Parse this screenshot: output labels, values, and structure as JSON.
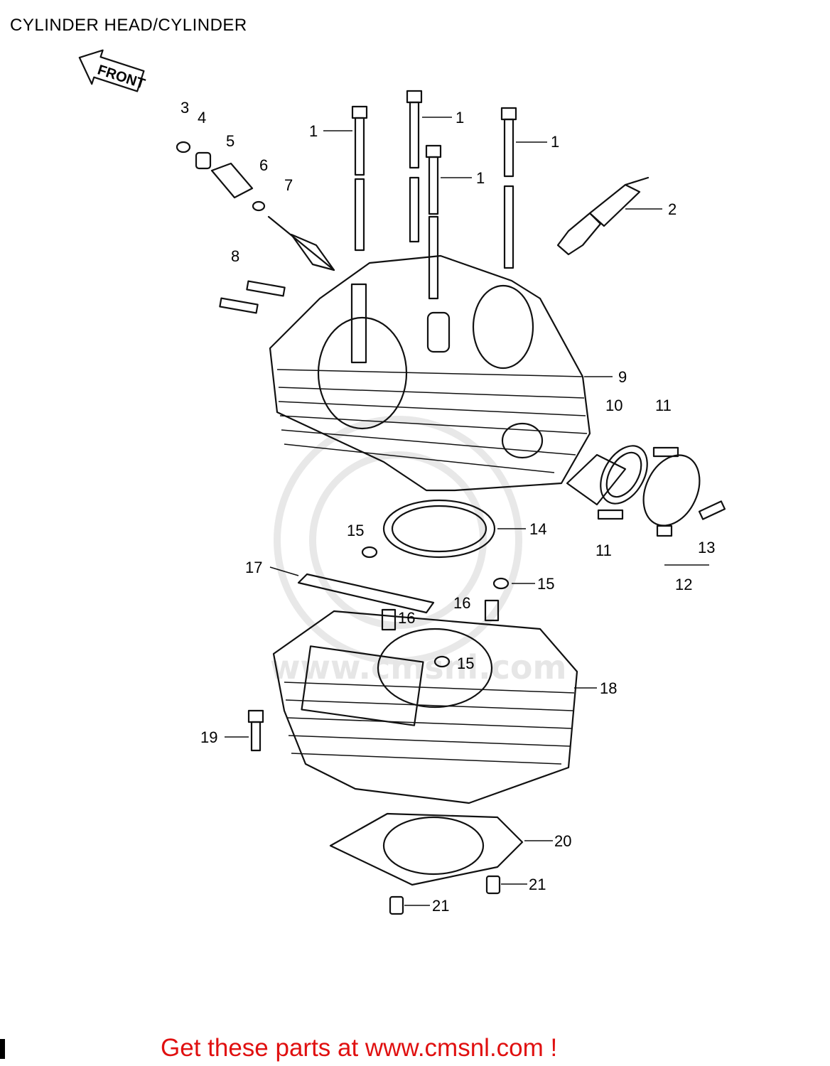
{
  "page": {
    "title": "CYLINDER HEAD/CYLINDER",
    "footer_link": "Get these parts at www.cmsnl.com !"
  },
  "diagram": {
    "front_arrow_label": "FRONT",
    "watermark_text": "www.cmsnl.com",
    "callouts": [
      {
        "id": "c1a",
        "label": "1"
      },
      {
        "id": "c1b",
        "label": "1"
      },
      {
        "id": "c1c",
        "label": "1"
      },
      {
        "id": "c1d",
        "label": "1"
      },
      {
        "id": "c2",
        "label": "2"
      },
      {
        "id": "c3",
        "label": "3"
      },
      {
        "id": "c4",
        "label": "4"
      },
      {
        "id": "c5",
        "label": "5"
      },
      {
        "id": "c6",
        "label": "6"
      },
      {
        "id": "c7",
        "label": "7"
      },
      {
        "id": "c8",
        "label": "8"
      },
      {
        "id": "c9",
        "label": "9"
      },
      {
        "id": "c10",
        "label": "10"
      },
      {
        "id": "c11a",
        "label": "11"
      },
      {
        "id": "c11b",
        "label": "11"
      },
      {
        "id": "c12",
        "label": "12"
      },
      {
        "id": "c13",
        "label": "13"
      },
      {
        "id": "c14",
        "label": "14"
      },
      {
        "id": "c15a",
        "label": "15"
      },
      {
        "id": "c15b",
        "label": "15"
      },
      {
        "id": "c15c",
        "label": "15"
      },
      {
        "id": "c16a",
        "label": "16"
      },
      {
        "id": "c16b",
        "label": "16"
      },
      {
        "id": "c17",
        "label": "17"
      },
      {
        "id": "c18",
        "label": "18"
      },
      {
        "id": "c19",
        "label": "19"
      },
      {
        "id": "c20",
        "label": "20"
      },
      {
        "id": "c21a",
        "label": "21"
      },
      {
        "id": "c21b",
        "label": "21"
      }
    ]
  }
}
